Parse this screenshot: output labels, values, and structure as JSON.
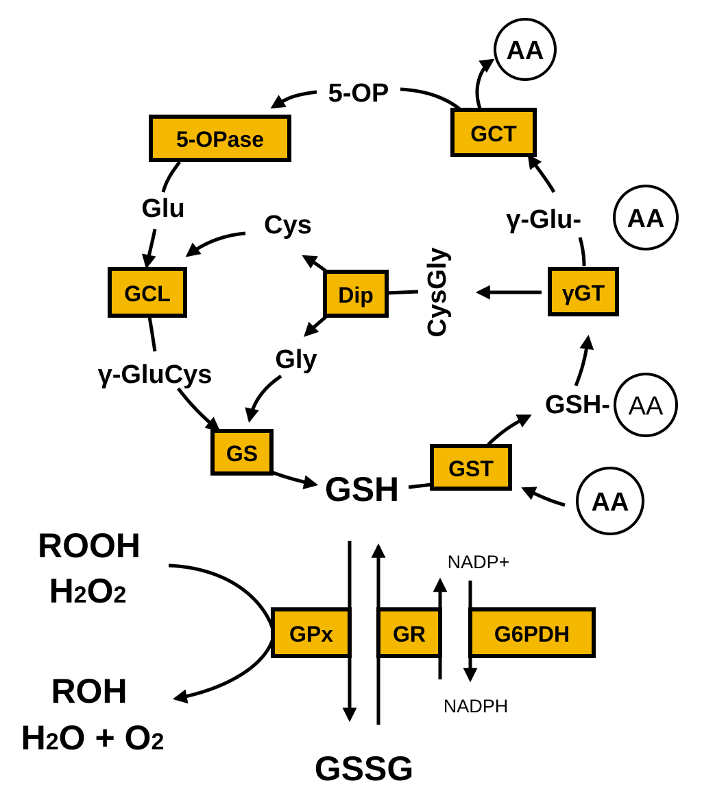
{
  "enzymes": {
    "opase": "5-OPase",
    "gct": "GCT",
    "gcl": "GCL",
    "dip": "Dip",
    "ggt": "γGT",
    "gs": "GS",
    "gst": "GST",
    "gpx": "GPx",
    "gr": "GR",
    "g6pdh": "G6PDH"
  },
  "metabolites": {
    "op": "5-OP",
    "glu": "Glu",
    "cys": "Cys",
    "cysgly": "CysGly",
    "gly": "Gly",
    "gglucys": "γ-GluCys",
    "gsh": "GSH",
    "gssg": "GSSG",
    "gglu_prefix": "γ-Glu-",
    "gsh_prefix": "GSH-",
    "nadp": "NADP+",
    "nadph": "NADPH"
  },
  "amino_acid": "AA",
  "peroxides": {
    "rooh": "ROOH",
    "h2o2_h": "H",
    "h2o2_2a": "2",
    "h2o2_o": "O",
    "h2o2_2b": "2"
  },
  "products": {
    "roh": "ROH",
    "h2o_h": "H",
    "h2o_2": "2",
    "h2o_rest": "O + O",
    "o2_2": "2"
  }
}
